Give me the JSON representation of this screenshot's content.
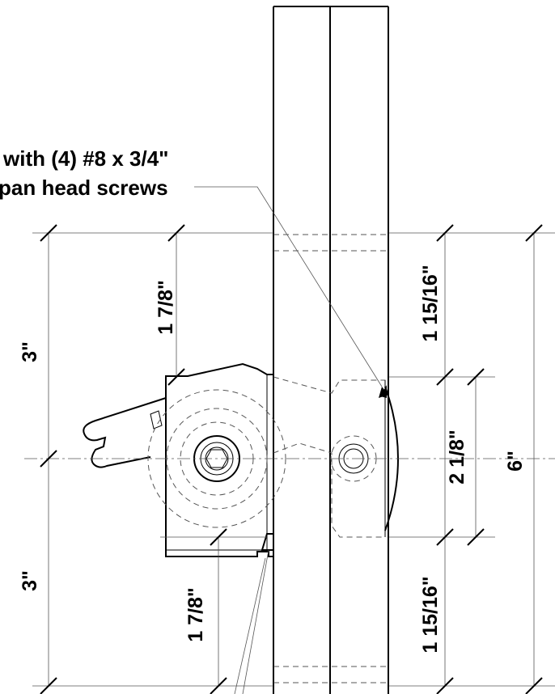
{
  "callout": {
    "line1": "with (4) #8 x 3/4\"",
    "line2": "pan head screws"
  },
  "dimensions": {
    "upper_left": "3\"",
    "lower_left": "3\"",
    "upper_inner": "1 7/8\"",
    "lower_inner": "1 7/8\"",
    "upper_right": "1 15/16\"",
    "middle_right": "2 1/8\"",
    "lower_right": "1 15/16\"",
    "overall": "6\""
  }
}
